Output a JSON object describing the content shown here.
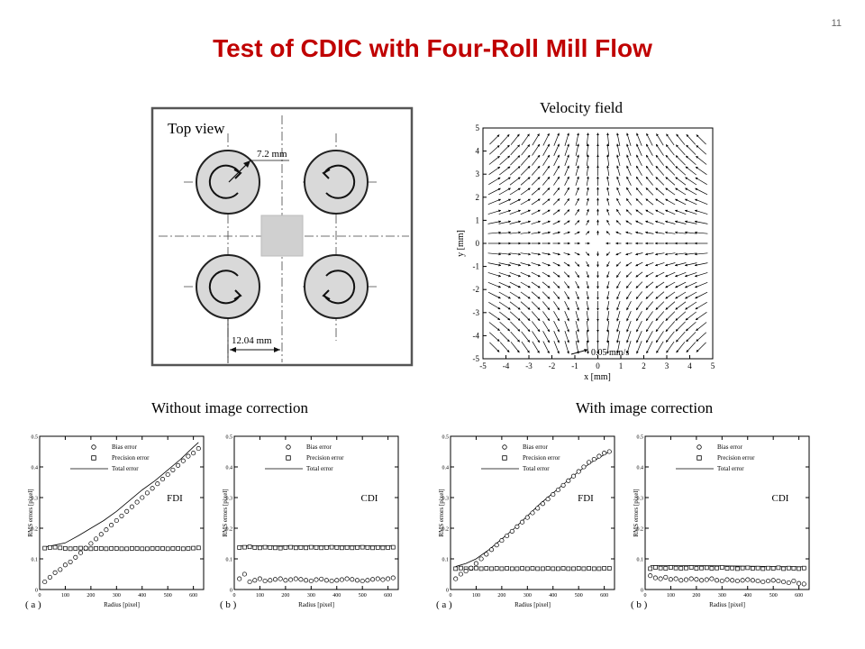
{
  "slide": {
    "number": "11",
    "title": "Test of CDIC with Four-Roll Mill Flow"
  },
  "top_view": {
    "label": "Top view",
    "dim_radius": "7.2 mm",
    "dim_spacing": "12.04 mm"
  },
  "velocity_field": {
    "title": "Velocity field",
    "xlabel": "x [mm]",
    "ylabel": "y [mm]",
    "ticks": [
      "-5",
      "-4",
      "-3",
      "-2",
      "-1",
      "0",
      "1",
      "2",
      "3",
      "4",
      "5"
    ],
    "scale_label": "0.05 mm/s"
  },
  "section_labels": {
    "without": "Without image correction",
    "with": "With image correction"
  },
  "chart_data": [
    {
      "type": "scatter",
      "tag": "( a )",
      "method": "FDI",
      "xlabel": "Radius [pixel]",
      "ylabel": "RMS errors [pixel]",
      "xlim": [
        0,
        640
      ],
      "ylim": [
        0,
        0.5
      ],
      "xticks": [
        "0",
        "100",
        "200",
        "300",
        "400",
        "500",
        "600"
      ],
      "yticks": [
        "0",
        "0.1",
        "0.2",
        "0.3",
        "0.4",
        "0.5"
      ],
      "legend": [
        "Bias error",
        "Precision error",
        "Total error"
      ],
      "series": [
        {
          "name": "Bias error",
          "x": [
            20,
            40,
            60,
            80,
            100,
            120,
            140,
            160,
            180,
            200,
            220,
            240,
            260,
            280,
            300,
            320,
            340,
            360,
            380,
            400,
            420,
            440,
            460,
            480,
            500,
            520,
            540,
            560,
            580,
            600,
            620
          ],
          "values": [
            0.025,
            0.04,
            0.055,
            0.065,
            0.08,
            0.09,
            0.105,
            0.12,
            0.135,
            0.15,
            0.165,
            0.18,
            0.195,
            0.21,
            0.225,
            0.24,
            0.255,
            0.27,
            0.285,
            0.3,
            0.315,
            0.33,
            0.345,
            0.36,
            0.375,
            0.39,
            0.405,
            0.42,
            0.435,
            0.445,
            0.46
          ]
        },
        {
          "name": "Precision error",
          "x": [
            20,
            40,
            60,
            80,
            100,
            120,
            140,
            160,
            180,
            200,
            220,
            240,
            260,
            280,
            300,
            320,
            340,
            360,
            380,
            400,
            420,
            440,
            460,
            480,
            500,
            520,
            540,
            560,
            580,
            600,
            620
          ],
          "values": [
            0.135,
            0.137,
            0.138,
            0.136,
            0.134,
            0.133,
            0.134,
            0.135,
            0.134,
            0.133,
            0.134,
            0.134,
            0.133,
            0.134,
            0.134,
            0.133,
            0.133,
            0.134,
            0.134,
            0.133,
            0.133,
            0.134,
            0.134,
            0.134,
            0.133,
            0.134,
            0.134,
            0.133,
            0.134,
            0.135,
            0.136
          ]
        },
        {
          "name": "Total error",
          "x": [
            20,
            60,
            100,
            150,
            200,
            250,
            300,
            350,
            400,
            450,
            500,
            550,
            600,
            620
          ],
          "values": [
            0.138,
            0.145,
            0.152,
            0.175,
            0.2,
            0.225,
            0.255,
            0.29,
            0.325,
            0.355,
            0.39,
            0.425,
            0.465,
            0.48
          ]
        }
      ]
    },
    {
      "type": "scatter",
      "tag": "( b )",
      "method": "CDI",
      "xlabel": "Radius [pixel]",
      "ylabel": "RMS errors [pixel]",
      "xlim": [
        0,
        640
      ],
      "ylim": [
        0,
        0.5
      ],
      "xticks": [
        "0",
        "100",
        "200",
        "300",
        "400",
        "500",
        "600"
      ],
      "yticks": [
        "0",
        "0.1",
        "0.2",
        "0.3",
        "0.4",
        "0.5"
      ],
      "legend": [
        "Bias error",
        "Precision error",
        "Total error"
      ],
      "series": [
        {
          "name": "Bias error",
          "x": [
            20,
            40,
            60,
            80,
            100,
            120,
            140,
            160,
            180,
            200,
            220,
            240,
            260,
            280,
            300,
            320,
            340,
            360,
            380,
            400,
            420,
            440,
            460,
            480,
            500,
            520,
            540,
            560,
            580,
            600,
            620
          ],
          "values": [
            0.035,
            0.05,
            0.025,
            0.03,
            0.035,
            0.028,
            0.03,
            0.033,
            0.035,
            0.03,
            0.032,
            0.035,
            0.033,
            0.03,
            0.028,
            0.032,
            0.034,
            0.03,
            0.028,
            0.03,
            0.032,
            0.035,
            0.033,
            0.03,
            0.028,
            0.03,
            0.033,
            0.035,
            0.032,
            0.035,
            0.038
          ]
        },
        {
          "name": "Precision error",
          "x": [
            20,
            40,
            60,
            80,
            100,
            120,
            140,
            160,
            180,
            200,
            220,
            240,
            260,
            280,
            300,
            320,
            340,
            360,
            380,
            400,
            420,
            440,
            460,
            480,
            500,
            520,
            540,
            560,
            580,
            600,
            620
          ],
          "values": [
            0.137,
            0.138,
            0.139,
            0.137,
            0.136,
            0.138,
            0.137,
            0.136,
            0.135,
            0.137,
            0.138,
            0.136,
            0.137,
            0.136,
            0.138,
            0.137,
            0.136,
            0.137,
            0.138,
            0.137,
            0.136,
            0.137,
            0.136,
            0.137,
            0.138,
            0.137,
            0.136,
            0.137,
            0.136,
            0.137,
            0.138
          ]
        },
        {
          "name": "Total error",
          "x": [
            20,
            100,
            200,
            300,
            400,
            500,
            620
          ],
          "values": [
            0.142,
            0.142,
            0.142,
            0.142,
            0.142,
            0.142,
            0.142
          ]
        }
      ]
    },
    {
      "type": "scatter",
      "tag": "( a )",
      "method": "FDI",
      "xlabel": "Radius [pixel]",
      "ylabel": "RMS errors [pixel]",
      "xlim": [
        0,
        640
      ],
      "ylim": [
        0,
        0.5
      ],
      "xticks": [
        "0",
        "100",
        "200",
        "300",
        "400",
        "500",
        "600"
      ],
      "yticks": [
        "0",
        "0.1",
        "0.2",
        "0.3",
        "0.4",
        "0.5"
      ],
      "legend": [
        "Bias error",
        "Precision error",
        "Total error"
      ],
      "series": [
        {
          "name": "Bias error",
          "x": [
            20,
            40,
            60,
            80,
            100,
            120,
            140,
            160,
            180,
            200,
            220,
            240,
            260,
            280,
            300,
            320,
            340,
            360,
            380,
            400,
            420,
            440,
            460,
            480,
            500,
            520,
            540,
            560,
            580,
            600,
            620
          ],
          "values": [
            0.035,
            0.05,
            0.06,
            0.07,
            0.085,
            0.1,
            0.115,
            0.13,
            0.145,
            0.16,
            0.175,
            0.19,
            0.205,
            0.22,
            0.235,
            0.25,
            0.265,
            0.28,
            0.295,
            0.31,
            0.325,
            0.34,
            0.355,
            0.37,
            0.385,
            0.4,
            0.415,
            0.425,
            0.435,
            0.445,
            0.45
          ]
        },
        {
          "name": "Precision error",
          "x": [
            20,
            40,
            60,
            80,
            100,
            120,
            140,
            160,
            180,
            200,
            220,
            240,
            260,
            280,
            300,
            320,
            340,
            360,
            380,
            400,
            420,
            440,
            460,
            480,
            500,
            520,
            540,
            560,
            580,
            600,
            620
          ],
          "values": [
            0.068,
            0.07,
            0.068,
            0.069,
            0.07,
            0.068,
            0.069,
            0.068,
            0.069,
            0.068,
            0.069,
            0.068,
            0.068,
            0.069,
            0.068,
            0.069,
            0.068,
            0.068,
            0.069,
            0.068,
            0.068,
            0.069,
            0.068,
            0.068,
            0.069,
            0.068,
            0.069,
            0.068,
            0.068,
            0.069,
            0.069
          ]
        },
        {
          "name": "Total error",
          "x": [
            20,
            60,
            100,
            150,
            200,
            250,
            300,
            350,
            400,
            450,
            500,
            550,
            600,
            620
          ],
          "values": [
            0.075,
            0.085,
            0.1,
            0.13,
            0.165,
            0.2,
            0.24,
            0.28,
            0.315,
            0.35,
            0.385,
            0.415,
            0.44,
            0.45
          ]
        }
      ]
    },
    {
      "type": "scatter",
      "tag": "( b )",
      "method": "CDI",
      "xlabel": "Radius [pixel]",
      "ylabel": "RMS errors [pixel]",
      "xlim": [
        0,
        640
      ],
      "ylim": [
        0,
        0.5
      ],
      "xticks": [
        "0",
        "100",
        "200",
        "300",
        "400",
        "500",
        "600"
      ],
      "yticks": [
        "0",
        "0.1",
        "0.2",
        "0.3",
        "0.4",
        "0.5"
      ],
      "legend": [
        "Bias error",
        "Precision error",
        "Total error"
      ],
      "series": [
        {
          "name": "Bias error",
          "x": [
            20,
            40,
            60,
            80,
            100,
            120,
            140,
            160,
            180,
            200,
            220,
            240,
            260,
            280,
            300,
            320,
            340,
            360,
            380,
            400,
            420,
            440,
            460,
            480,
            500,
            520,
            540,
            560,
            580,
            600,
            620
          ],
          "values": [
            0.045,
            0.038,
            0.035,
            0.04,
            0.033,
            0.035,
            0.03,
            0.032,
            0.035,
            0.033,
            0.03,
            0.032,
            0.035,
            0.03,
            0.028,
            0.032,
            0.03,
            0.028,
            0.03,
            0.032,
            0.03,
            0.028,
            0.025,
            0.028,
            0.03,
            0.028,
            0.025,
            0.022,
            0.028,
            0.02,
            0.018
          ]
        },
        {
          "name": "Precision error",
          "x": [
            20,
            40,
            60,
            80,
            100,
            120,
            140,
            160,
            180,
            200,
            220,
            240,
            260,
            280,
            300,
            320,
            340,
            360,
            380,
            400,
            420,
            440,
            460,
            480,
            500,
            520,
            540,
            560,
            580,
            600,
            620
          ],
          "values": [
            0.068,
            0.072,
            0.07,
            0.069,
            0.072,
            0.07,
            0.069,
            0.07,
            0.072,
            0.069,
            0.07,
            0.071,
            0.069,
            0.07,
            0.072,
            0.069,
            0.07,
            0.068,
            0.07,
            0.071,
            0.069,
            0.07,
            0.068,
            0.07,
            0.069,
            0.071,
            0.068,
            0.07,
            0.069,
            0.068,
            0.07
          ]
        },
        {
          "name": "Total error",
          "x": [
            20,
            100,
            200,
            300,
            400,
            500,
            620
          ],
          "values": [
            0.078,
            0.078,
            0.078,
            0.077,
            0.076,
            0.075,
            0.074
          ]
        }
      ]
    }
  ]
}
